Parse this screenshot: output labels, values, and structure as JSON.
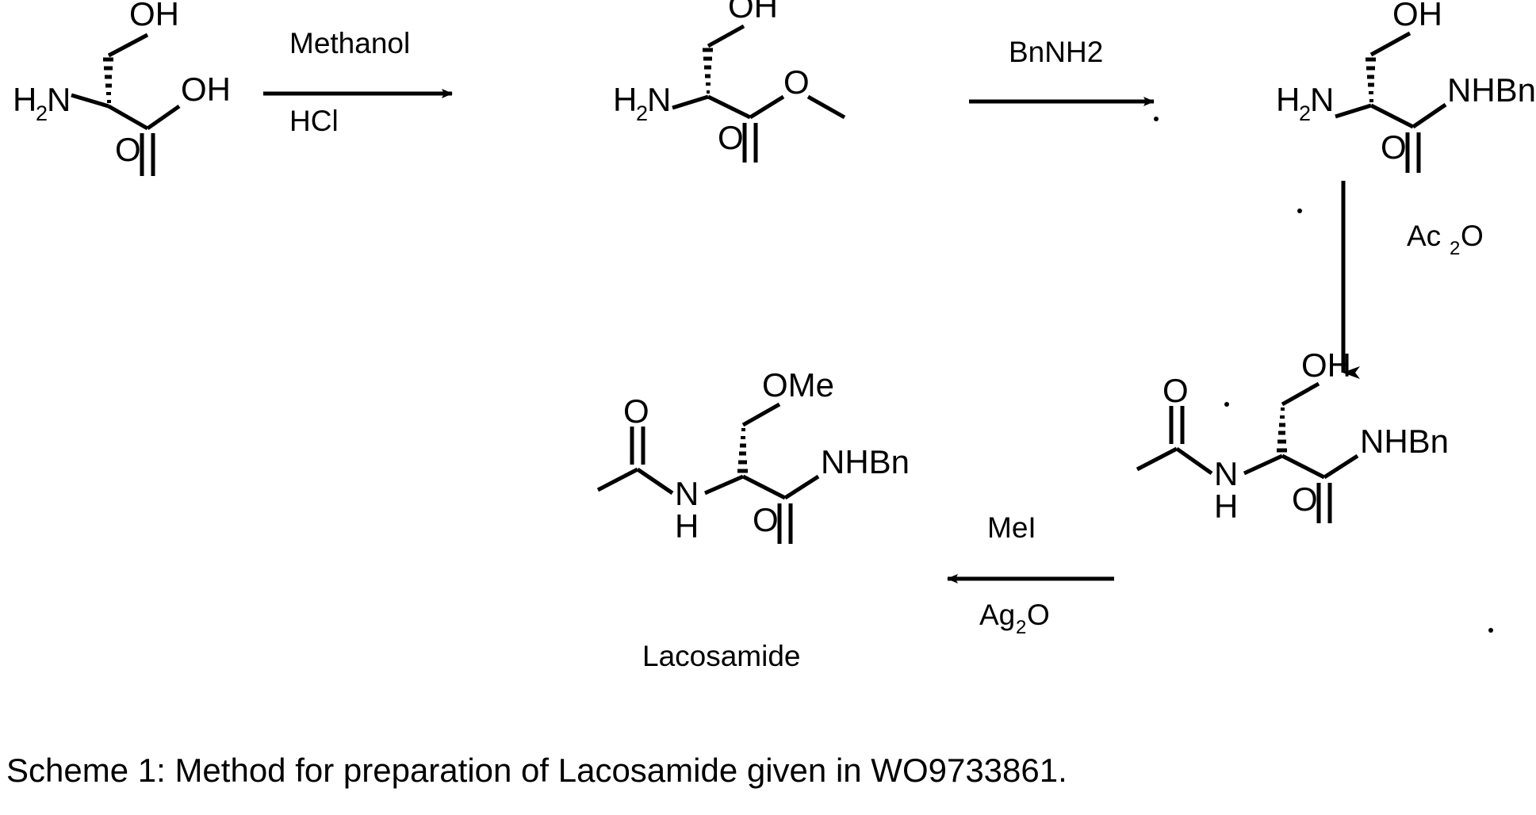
{
  "figure": {
    "caption": "Scheme 1: Method for preparation of Lacosamide given in WO9733861.",
    "scheme_label": "Scheme 1"
  },
  "labels": {
    "oh": "OH",
    "h2n_main": "H",
    "h2n_sub": "2",
    "h2n_tail": "N",
    "o": "O",
    "nhbn": "NHBn",
    "ome": "OMe",
    "n": "N",
    "h": "H"
  },
  "reagents": {
    "step1_top": "Methanol",
    "step1_bottom": "HCl",
    "step2_top": "BnNH2",
    "step3_label_main": "Ac",
    "step3_label_sub": "2",
    "step3_label_tail": "O",
    "step4_top": "MeI",
    "step4_bottom_main": "Ag",
    "step4_bottom_sub": "2",
    "step4_bottom_tail": "O"
  },
  "products": {
    "final_name": "Lacosamide"
  },
  "chart_data": {
    "type": "diagram",
    "title": "Scheme 1: Method for preparation of Lacosamide given in WO9733861.",
    "diagram_kind": "chemical reaction scheme",
    "nodes": [
      {
        "id": "s1",
        "name": "L-Serine",
        "position": "top-left",
        "substituents": [
          "OH",
          "H2N",
          "OH",
          "O"
        ]
      },
      {
        "id": "s2",
        "name": "Serine methyl ester",
        "position": "top-center",
        "substituents": [
          "OH",
          "H2N",
          "O",
          "O"
        ]
      },
      {
        "id": "s3",
        "name": "Serine benzylamide",
        "position": "top-right",
        "substituents": [
          "OH",
          "H2N",
          "NHBn",
          "O"
        ]
      },
      {
        "id": "s4",
        "name": "N-acetyl serine benzylamide",
        "position": "bottom-right",
        "substituents": [
          "OH",
          "O",
          "N",
          "H",
          "NHBn",
          "O"
        ]
      },
      {
        "id": "s5",
        "name": "Lacosamide",
        "position": "bottom-center",
        "substituents": [
          "OMe",
          "O",
          "N",
          "H",
          "NHBn",
          "O"
        ]
      }
    ],
    "edges": [
      {
        "from": "s1",
        "to": "s2",
        "direction": "right",
        "reagents_above": "Methanol",
        "reagents_below": "HCl"
      },
      {
        "from": "s2",
        "to": "s3",
        "direction": "right",
        "reagents_above": "BnNH2",
        "reagents_below": ""
      },
      {
        "from": "s3",
        "to": "s4",
        "direction": "down",
        "reagents_above": "Ac2O",
        "reagents_below": ""
      },
      {
        "from": "s4",
        "to": "s5",
        "direction": "left",
        "reagents_above": "MeI",
        "reagents_below": "Ag2O"
      }
    ]
  }
}
